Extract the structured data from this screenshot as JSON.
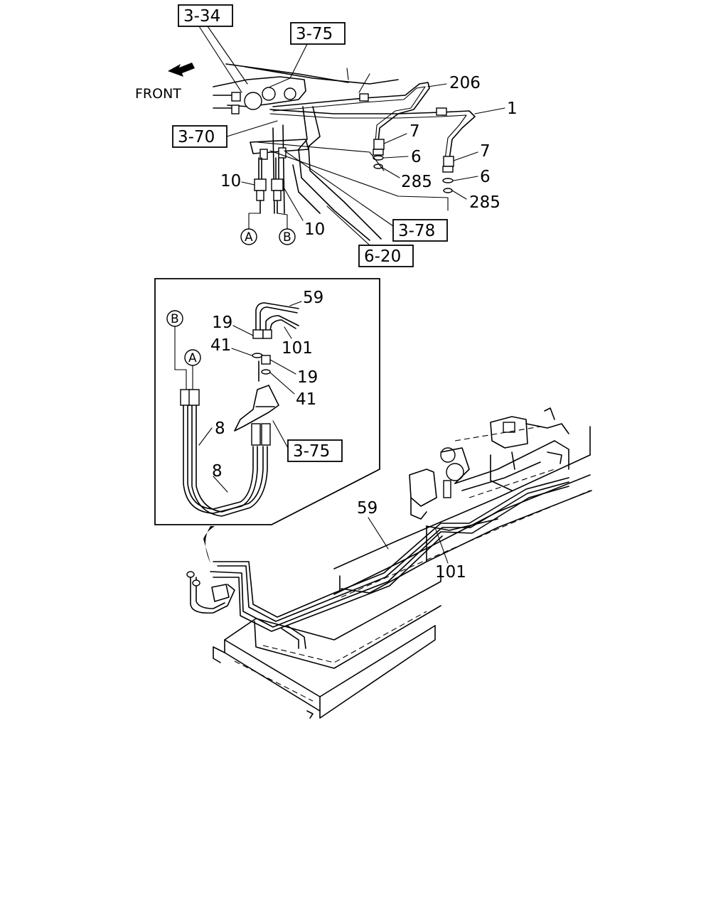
{
  "direction_label": "FRONT",
  "reference_boxes": {
    "r1": "3-34",
    "r2": "3-75",
    "r3": "3-70",
    "r4": "3-78",
    "r5": "6-20",
    "r6": "3-75"
  },
  "part_labels": {
    "p206": "206",
    "p1": "1",
    "p7a": "7",
    "p6a": "6",
    "p285a": "285",
    "p7b": "7",
    "p6b": "6",
    "p285b": "285",
    "p10a": "10",
    "p10b": "10",
    "p59a": "59",
    "p19a": "19",
    "p101a": "101",
    "p41a": "41",
    "p19b": "19",
    "p41b": "41",
    "p8a": "8",
    "p8b": "8",
    "p59b": "59",
    "p101b": "101"
  },
  "circle_labels": {
    "a_top": "A",
    "b_top": "B",
    "b_inset": "B",
    "a_inset": "A"
  }
}
